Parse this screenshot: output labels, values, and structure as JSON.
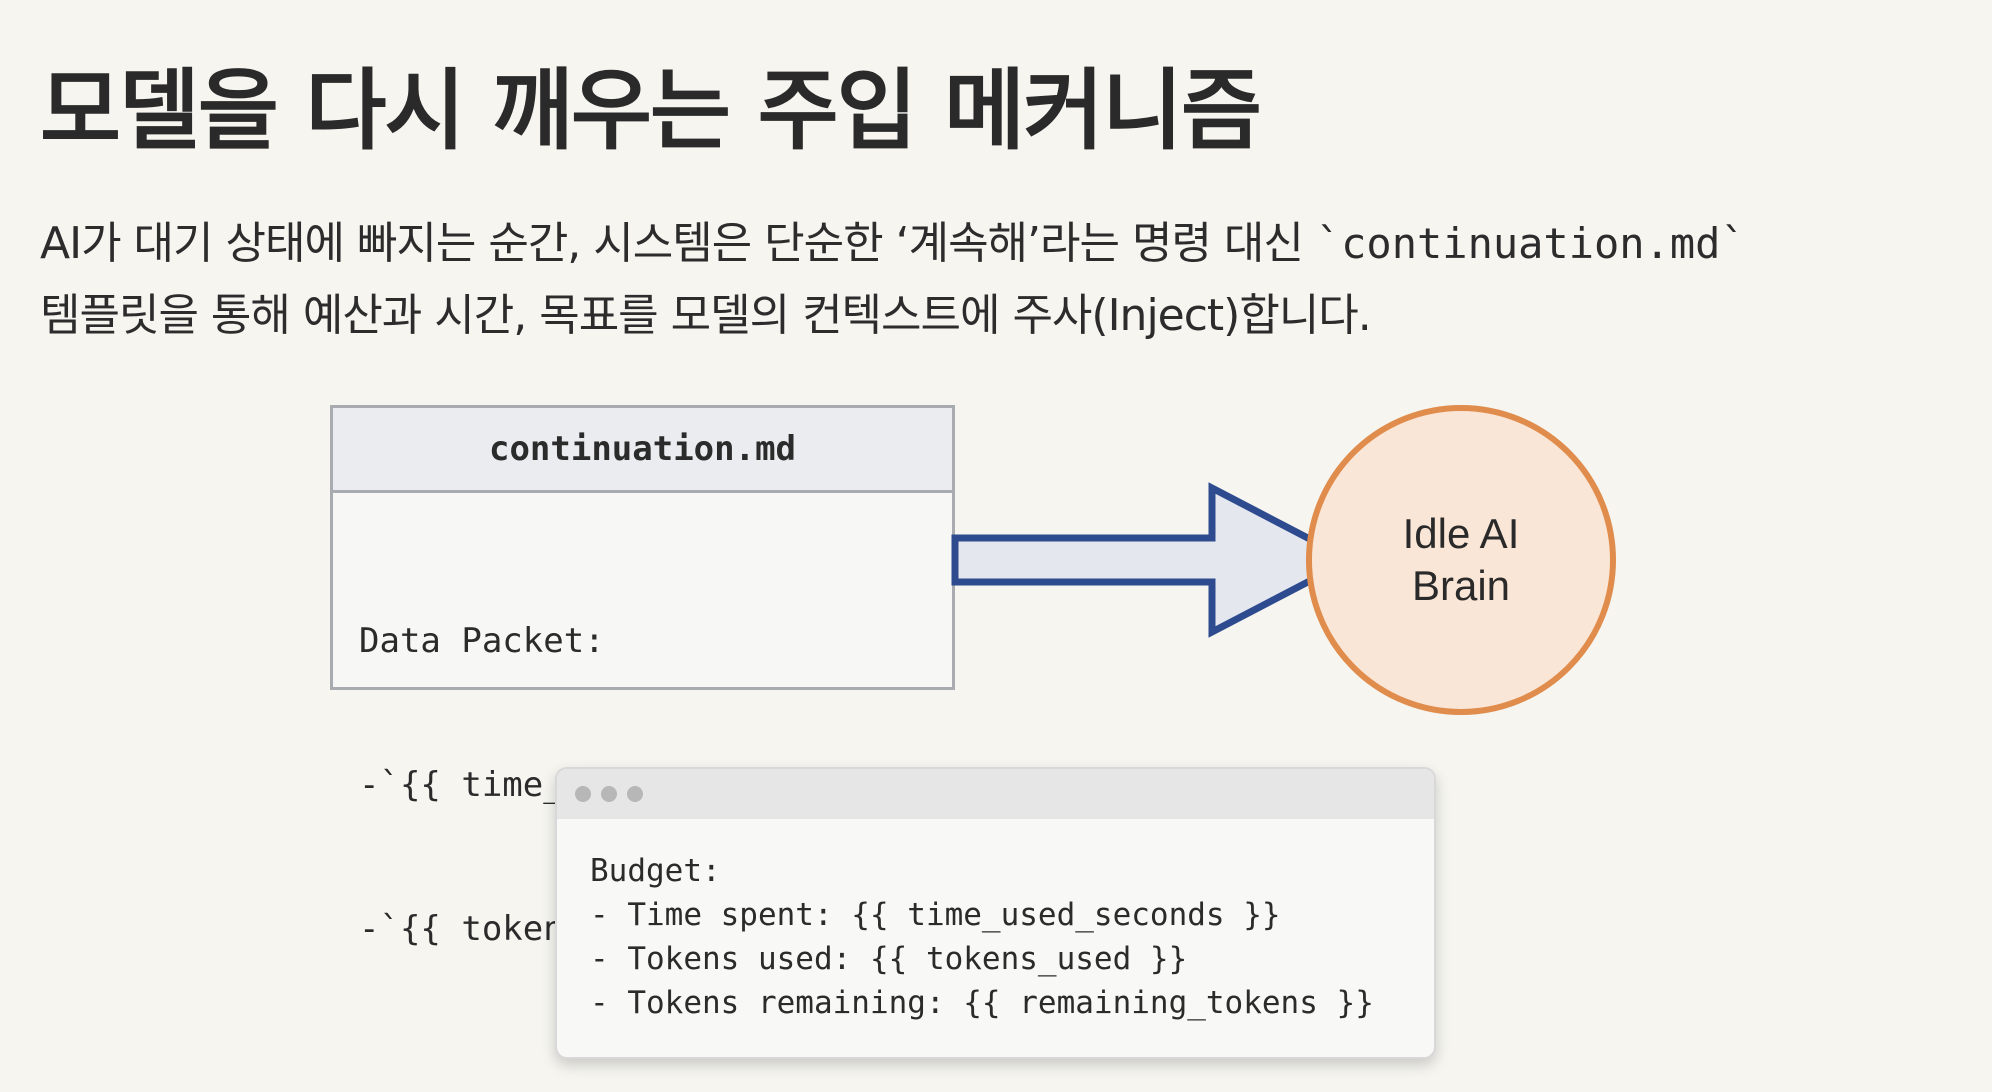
{
  "slide": {
    "title": "모델을 다시 깨우는 주입 메커니즘",
    "description_line1_prefix": "AI가 대기 상태에 빠지는 순간, 시스템은 단순한 ‘계속해’라는 명령 대신 ",
    "description_line1_code": "`continuation.md`",
    "description_line2": "템플릿을 통해 예산과 시간, 목표를 모델의 컨텍스트에 주사(Inject)합니다."
  },
  "template_box": {
    "header": "continuation.md",
    "lines": [
      "Data Packet:",
      "-`{{ time_used_seconds }}`",
      "-`{{ tokens_used }}`"
    ]
  },
  "brain": {
    "line1": "Idle AI",
    "line2": "Brain",
    "fill_color": "#fae6d6",
    "border_color": "#e08c4c"
  },
  "arrow": {
    "icon": "right-arrow-icon",
    "outline_color": "#2f4b8f",
    "fill_color": "#e4e7ee"
  },
  "budget_window": {
    "lines": [
      "Budget:",
      "- Time spent: {{ time_used_seconds }}",
      "- Tokens used: {{ tokens_used }}",
      "- Tokens remaining: {{ remaining_tokens }}"
    ]
  }
}
